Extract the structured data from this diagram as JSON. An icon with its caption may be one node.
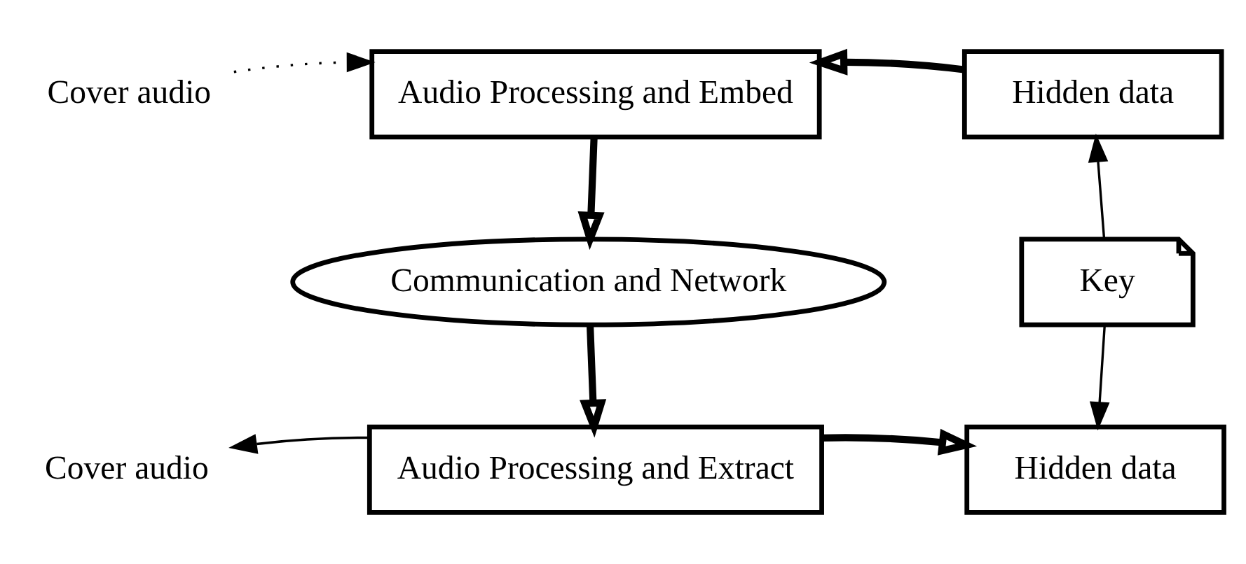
{
  "diagram": {
    "nodes": [
      {
        "text": [
          "Audio Processing and Embed"
        ]
      },
      {
        "text": [
          "Hidden data"
        ]
      },
      {
        "text": [
          "Communication and Network"
        ]
      },
      {
        "text": [
          "Key"
        ]
      },
      {
        "text": [
          "Audio Processing and Extract"
        ]
      },
      {
        "text": [
          "Hidden data"
        ]
      },
      {
        "text": [
          "Cover audio"
        ]
      },
      {
        "text": [
          "Cover audio"
        ]
      }
    ],
    "edges": [
      {
        "from": 6,
        "to": 0,
        "arrow": "to",
        "style": "dashed"
      },
      {
        "from": 1,
        "to": 0,
        "arrow": "to",
        "style": "thick"
      },
      {
        "from": 0,
        "to": 2,
        "arrow": "to",
        "style": "thick"
      },
      {
        "from": 3,
        "to": 1,
        "arrow": "to"
      },
      {
        "from": 2,
        "to": 4,
        "arrow": "to",
        "style": "thick"
      },
      {
        "from": 3,
        "to": 5,
        "arrow": "to"
      },
      {
        "from": 4,
        "to": 7,
        "arrow": "to"
      },
      {
        "from": 4,
        "to": 5,
        "arrow": "to",
        "style": "thick"
      }
    ]
  }
}
